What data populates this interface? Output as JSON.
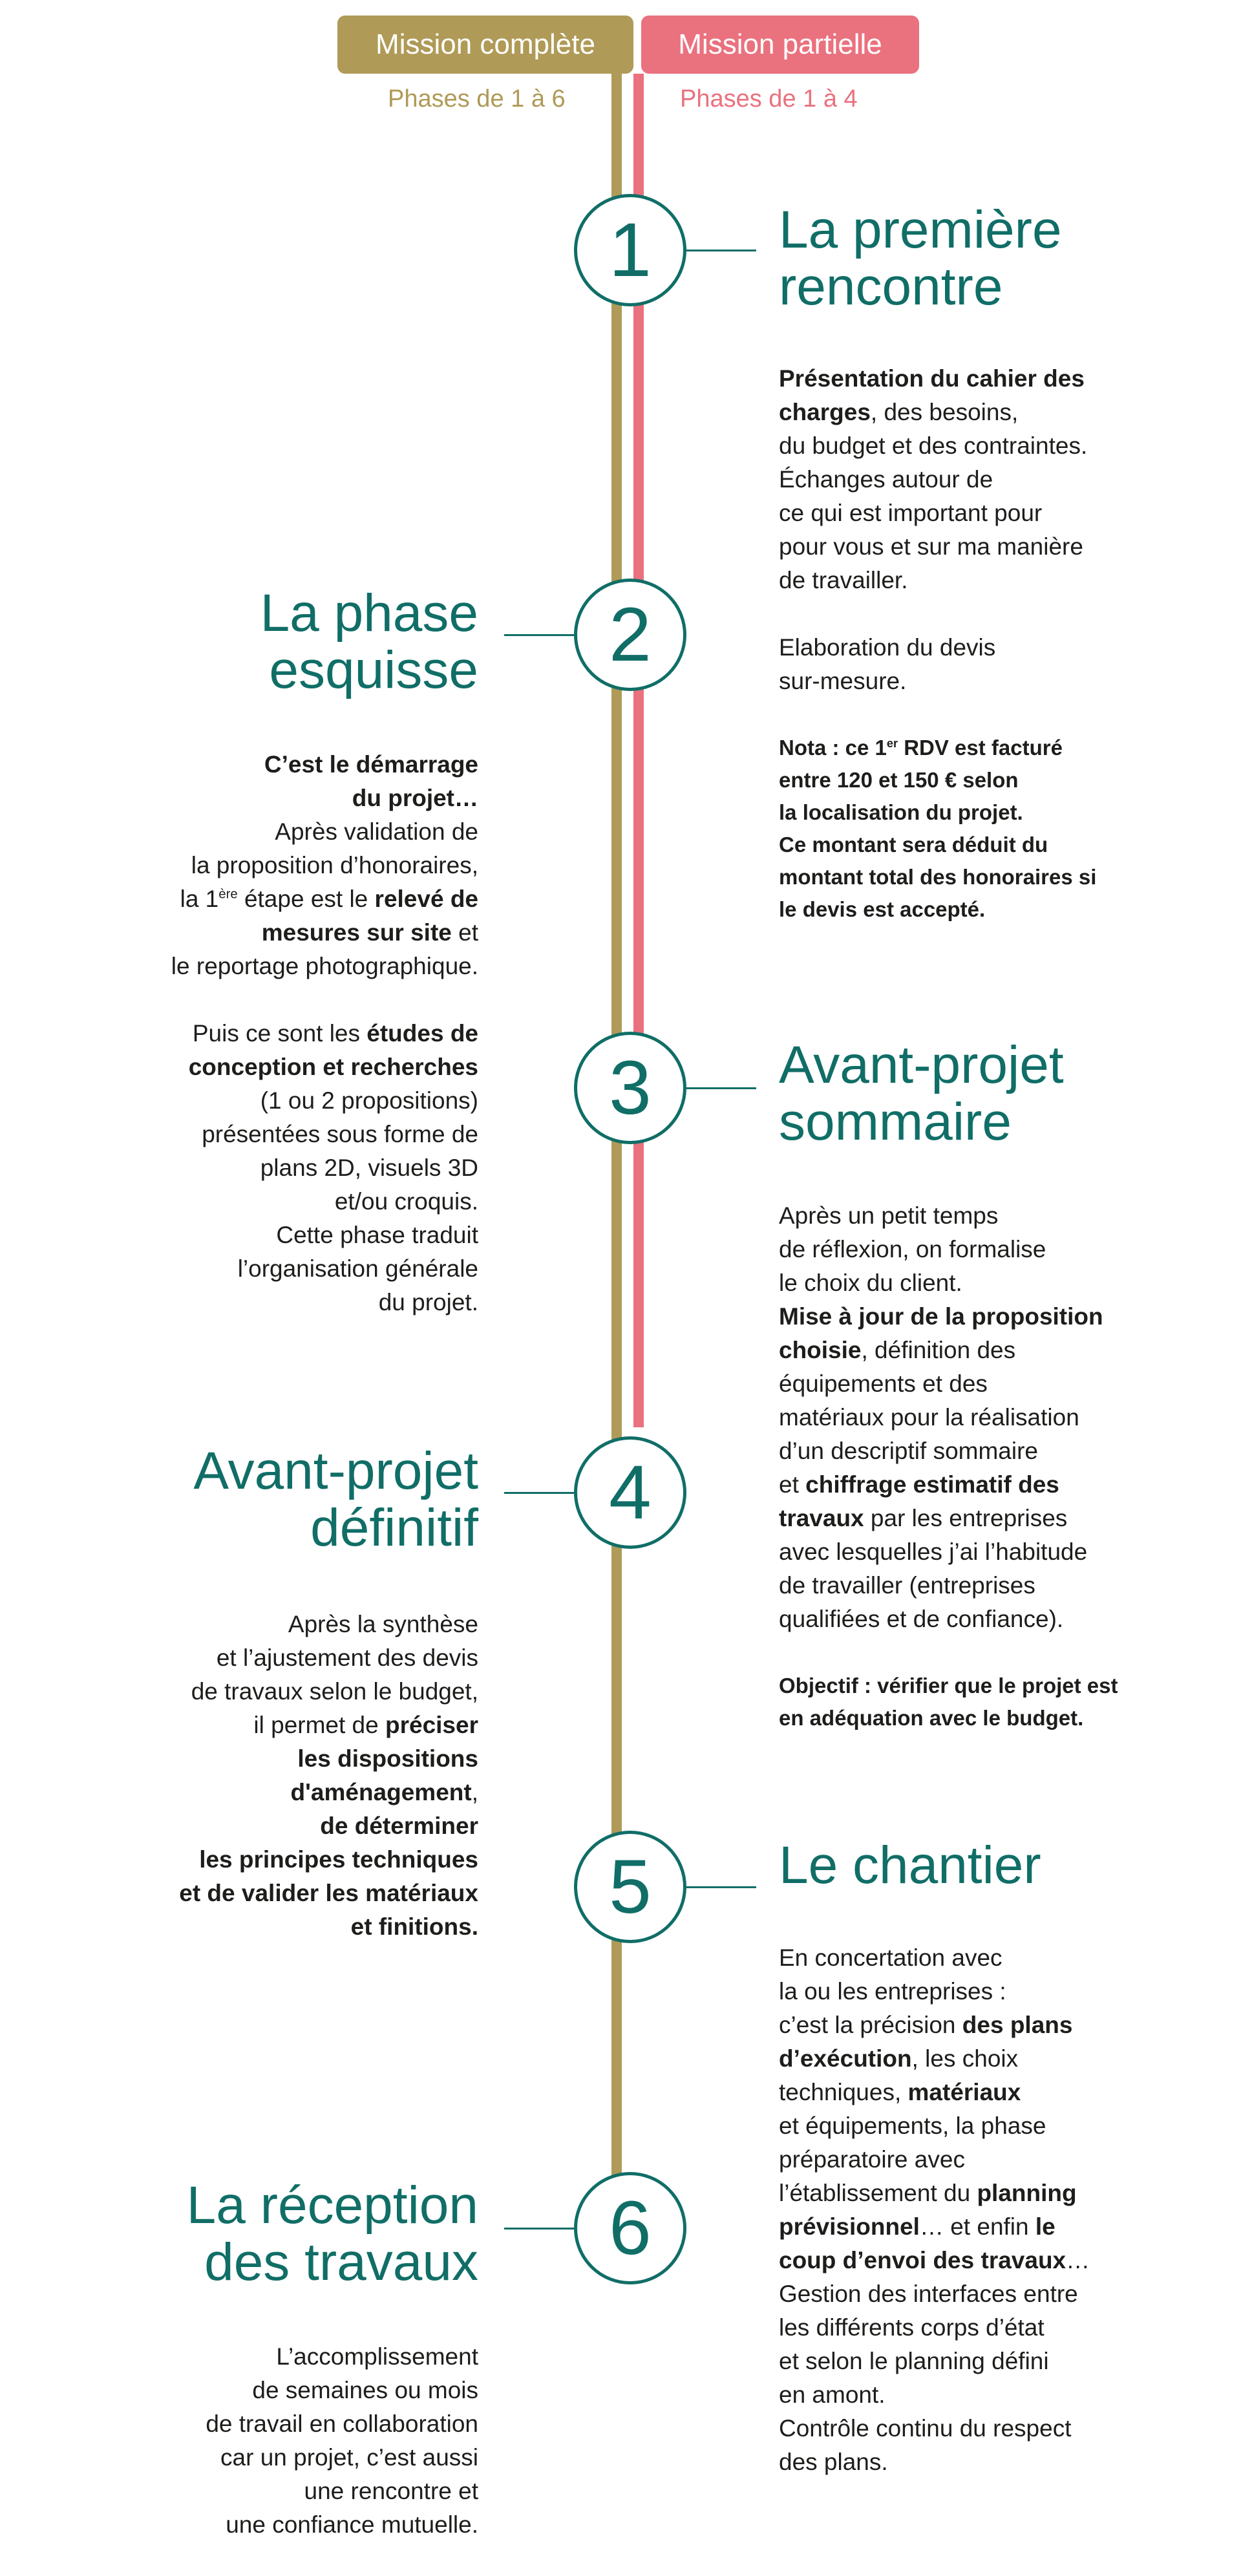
{
  "header": {
    "full_label": "Mission complète",
    "partial_label": "Mission partielle",
    "full_phases": "Phases de 1 à 6",
    "partial_phases": "Phases de 1 à 4"
  },
  "steps": [
    {
      "number": "1",
      "title": [
        "La première",
        "rencontre"
      ],
      "body": [
        [
          "Présentation du cahier des",
          "charges",
          ", des besoins,",
          "du budget et des contraintes.",
          "Échanges autour de",
          "ce qui est important pour",
          "pour vous et sur ma manière",
          "de travailler."
        ],
        [
          "Elaboration du devis",
          "sur-mesure."
        ],
        [
          "Nota : ce 1",
          "er",
          " RDV est facturé",
          "entre 120 et 150 € selon",
          "la localisation du projet.",
          "Ce montant sera déduit du",
          "montant total des honoraires si",
          "le devis est accepté."
        ]
      ]
    },
    {
      "number": "2",
      "title": [
        "La phase",
        "esquisse"
      ],
      "body": [
        [
          "C’est le démarrage",
          "du projet…",
          "Après validation de",
          "la proposition d’honoraires,",
          "la 1",
          "ère",
          " étape est le ",
          "relevé de",
          "mesures sur site",
          " et",
          "le reportage photographique."
        ],
        [
          "Puis ce sont les ",
          "études de",
          "conception et recherches",
          "(1 ou 2 propositions)",
          "présentées sous forme de",
          "plans 2D, visuels 3D",
          "et/ou croquis.",
          "Cette phase traduit",
          "l’organisation générale",
          "du projet."
        ]
      ]
    },
    {
      "number": "3",
      "title": [
        "Avant-projet",
        "sommaire"
      ],
      "body": [
        [
          "Après un petit temps",
          "de réflexion, on formalise",
          "le choix du client.",
          "Mise à jour de la proposition",
          "choisie",
          ", définition des",
          "équipements et des",
          "matériaux pour la réalisation",
          "d’un descriptif sommaire",
          "et ",
          "chiffrage estimatif des",
          "travaux",
          " par les entreprises",
          "avec lesquelles j’ai l’habitude",
          "de travailler (entreprises",
          "qualifiées et de confiance)."
        ],
        [
          "Objectif : vérifier que le projet est",
          "en adéquation avec le budget."
        ]
      ]
    },
    {
      "number": "4",
      "title": [
        "Avant-projet",
        "définitif"
      ],
      "body": [
        [
          "Après la synthèse",
          "et l’ajustement des devis",
          "de travaux selon le budget,",
          "il permet de ",
          "préciser",
          "les dispositions",
          "d'aménagement",
          ",",
          "de déterminer",
          "les principes techniques",
          "et de valider les matériaux",
          "et finitions."
        ]
      ]
    },
    {
      "number": "5",
      "title": [
        "Le chantier"
      ],
      "body": [
        [
          "En concertation avec",
          "la ou les entreprises :",
          "c’est la précision ",
          "des plans",
          "d’exécution",
          ", les choix",
          "techniques, ",
          "matériaux",
          "et équipements, la phase",
          "préparatoire avec",
          "l’établissement du ",
          "planning",
          "prévisionnel",
          "… et enfin ",
          "le",
          "coup d’envoi des travaux",
          "…",
          "Gestion des interfaces entre",
          "les différents corps d’état",
          "et selon le planning défini",
          "en amont.",
          "Contrôle continu du respect",
          "des plans."
        ]
      ]
    },
    {
      "number": "6",
      "title": [
        "La réception",
        "des travaux"
      ],
      "body": [
        [
          "L’accomplissement",
          "de semaines ou mois",
          "de travail en collaboration",
          "car un projet, c’est aussi",
          "une rencontre et",
          "une confiance mutuelle."
        ]
      ]
    }
  ]
}
